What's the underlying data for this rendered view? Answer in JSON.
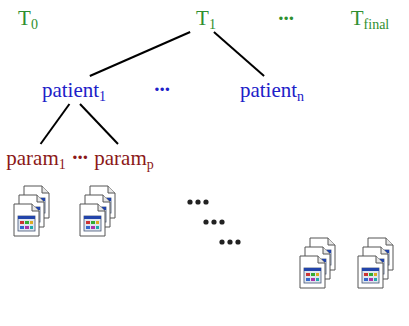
{
  "diagram": {
    "nodes": [
      {
        "text": [
          "T0"
        ]
      },
      {
        "text": [
          "T1"
        ]
      },
      {
        "text": [
          "Tfinal"
        ]
      },
      {
        "text": [
          "patient1"
        ]
      },
      {
        "text": [
          "patientn"
        ]
      },
      {
        "text": [
          "param1"
        ]
      },
      {
        "text": [
          "paramp"
        ]
      }
    ],
    "edges": [
      {
        "from": 1,
        "to": 3,
        "arrow": "none"
      },
      {
        "from": 1,
        "to": 4,
        "arrow": "none"
      },
      {
        "from": 3,
        "to": 5,
        "arrow": "none"
      },
      {
        "from": 3,
        "to": 6,
        "arrow": "none"
      }
    ],
    "labels": [
      "...",
      "...",
      "..."
    ]
  }
}
